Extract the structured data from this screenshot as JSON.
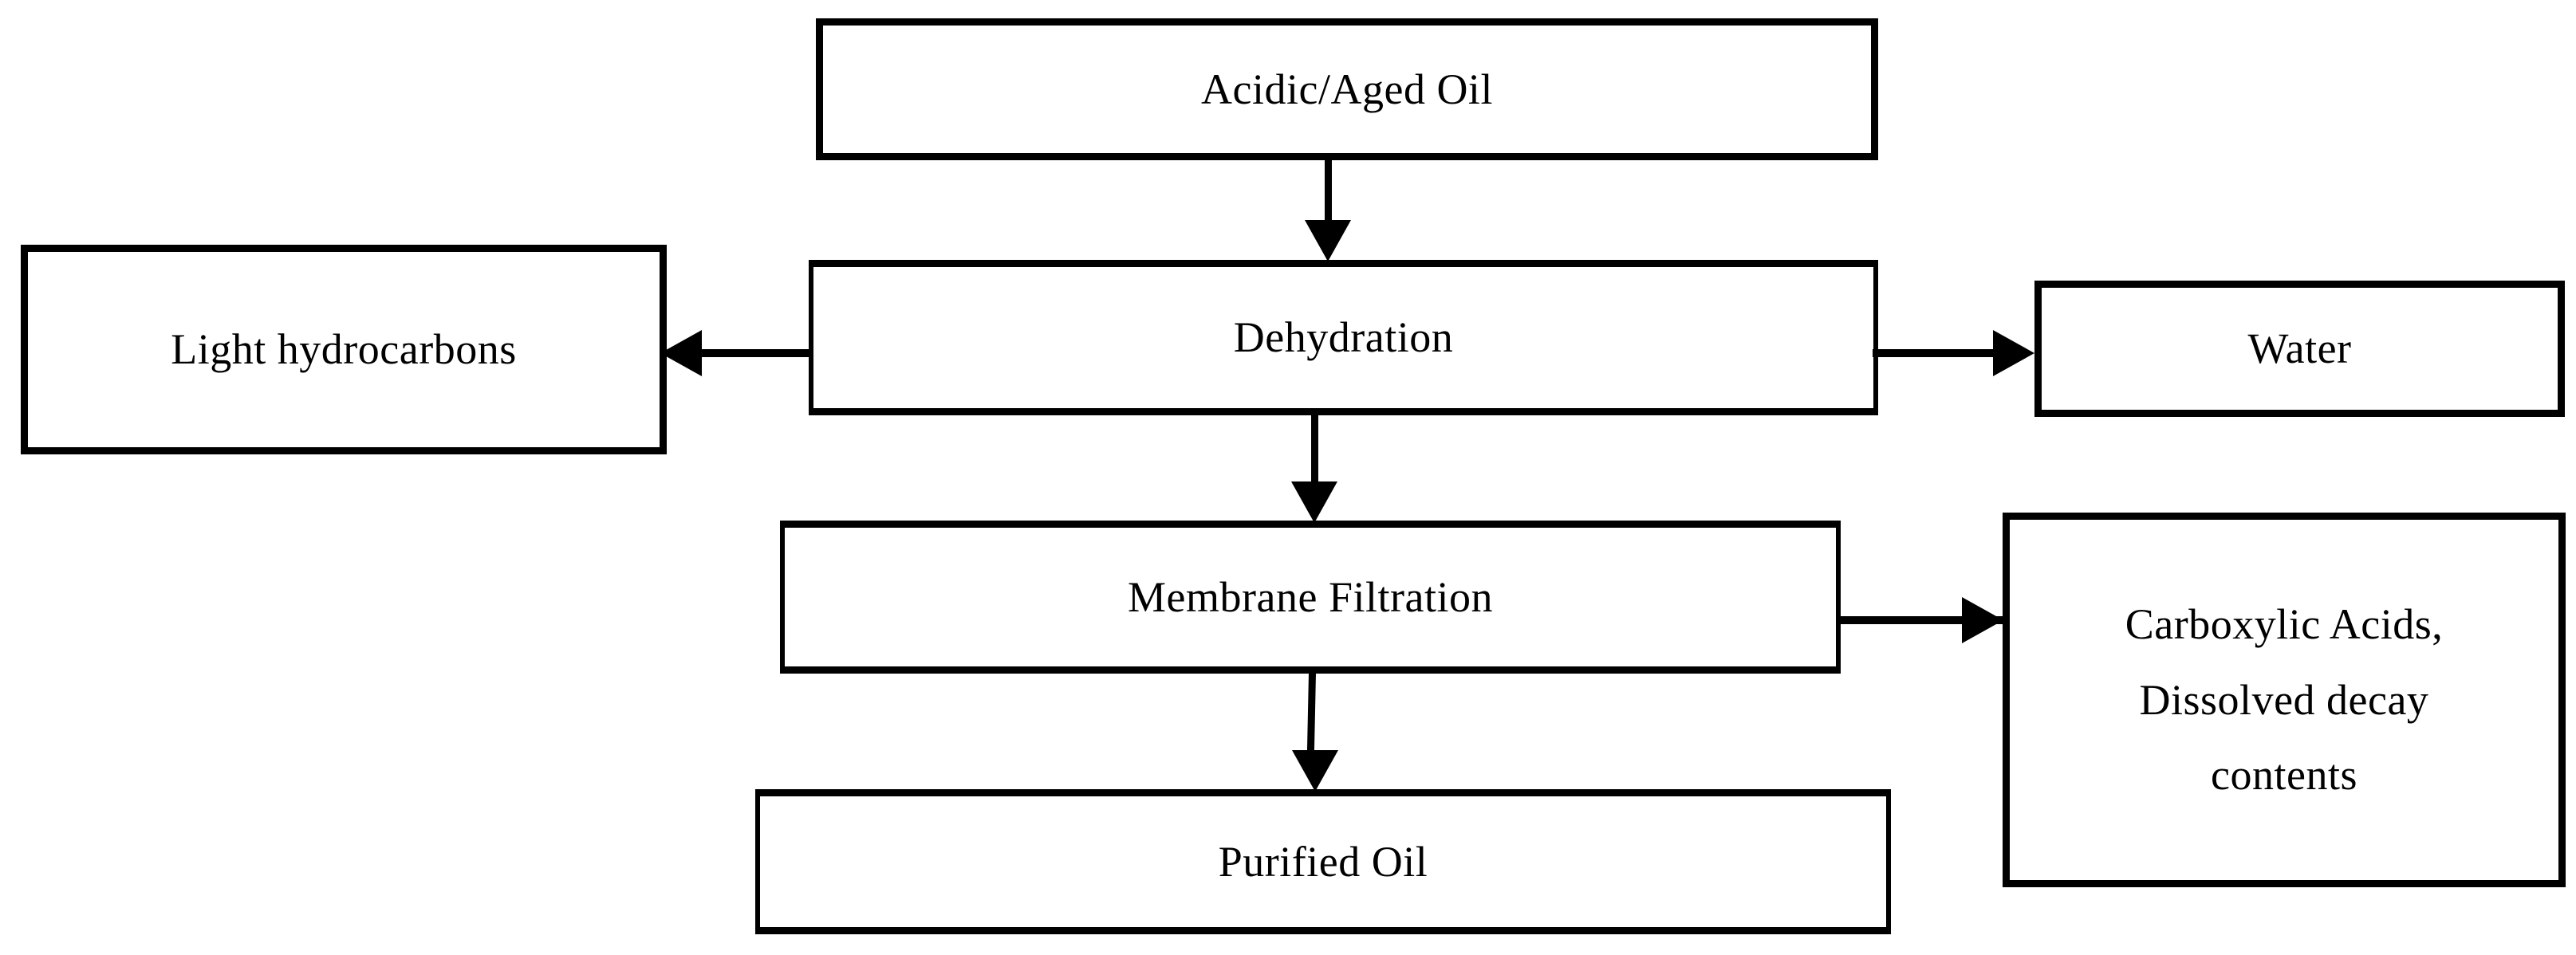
{
  "diagram": {
    "type": "process-flowchart",
    "title": "",
    "colors": {
      "box_border": "#000000",
      "box_fill": "#ffffff",
      "connector": "#000000",
      "background": "#ffffff",
      "text": "#000000"
    },
    "nodes": [
      {
        "id": "acidic_aged_oil",
        "label": "Acidic/Aged Oil",
        "role": "input"
      },
      {
        "id": "dehydration",
        "label": "Dehydration",
        "role": "process"
      },
      {
        "id": "light_hydrocarbons",
        "label": "Light hydrocarbons",
        "role": "output"
      },
      {
        "id": "water",
        "label": "Water",
        "role": "output"
      },
      {
        "id": "membrane_filtration",
        "label": "Membrane Filtration",
        "role": "process"
      },
      {
        "id": "carboxylic_acids",
        "label": "Carboxylic Acids,\nDissolved decay\ncontents",
        "role": "output"
      },
      {
        "id": "purified_oil",
        "label": "Purified Oil",
        "role": "output"
      }
    ],
    "edges": [
      {
        "from": "acidic_aged_oil",
        "to": "dehydration",
        "direction": "down",
        "label": ""
      },
      {
        "from": "dehydration",
        "to": "light_hydrocarbons",
        "direction": "left",
        "label": ""
      },
      {
        "from": "dehydration",
        "to": "water",
        "direction": "right",
        "label": ""
      },
      {
        "from": "dehydration",
        "to": "membrane_filtration",
        "direction": "down",
        "label": ""
      },
      {
        "from": "membrane_filtration",
        "to": "carboxylic_acids",
        "direction": "right",
        "label": ""
      },
      {
        "from": "membrane_filtration",
        "to": "purified_oil",
        "direction": "down",
        "label": ""
      }
    ]
  }
}
